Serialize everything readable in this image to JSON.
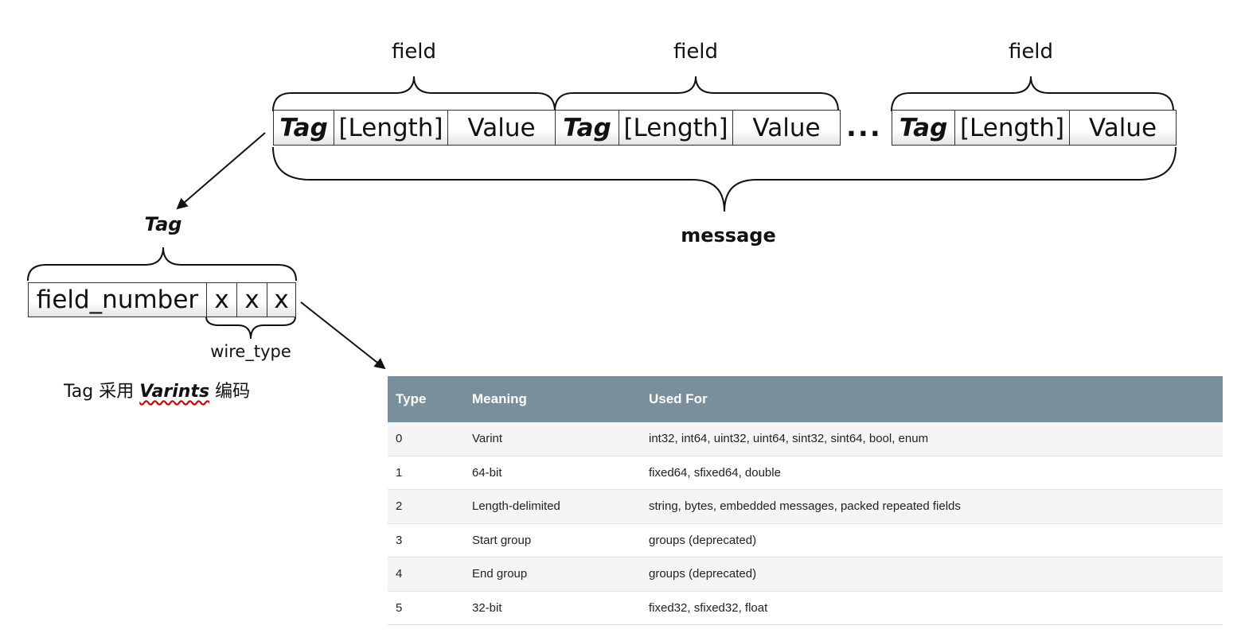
{
  "message_row": {
    "field_label": "field",
    "message_label": "message",
    "ellipsis": "...",
    "fields": [
      {
        "tag": "Tag",
        "length": "[Length]",
        "value": "Value"
      },
      {
        "tag": "Tag",
        "length": "[Length]",
        "value": "Value"
      },
      {
        "tag": "Tag",
        "length": "[Length]",
        "value": "Value"
      }
    ]
  },
  "tag_detail": {
    "title": "Tag",
    "field_number": "field_number",
    "bits": [
      "x",
      "x",
      "x"
    ],
    "wire_type_label": "wire_type",
    "caption_prefix": "Tag 采用",
    "caption_emph": "Varints",
    "caption_suffix": "编码"
  },
  "wire_type_table": {
    "headers": [
      "Type",
      "Meaning",
      "Used For"
    ],
    "rows": [
      [
        "0",
        "Varint",
        "int32, int64, uint32, uint64, sint32, sint64, bool, enum"
      ],
      [
        "1",
        "64-bit",
        "fixed64, sfixed64, double"
      ],
      [
        "2",
        "Length-delimited",
        "string, bytes, embedded messages, packed repeated fields"
      ],
      [
        "3",
        "Start group",
        "groups (deprecated)"
      ],
      [
        "4",
        "End group",
        "groups (deprecated)"
      ],
      [
        "5",
        "32-bit",
        "fixed32, sfixed32, float"
      ]
    ]
  }
}
